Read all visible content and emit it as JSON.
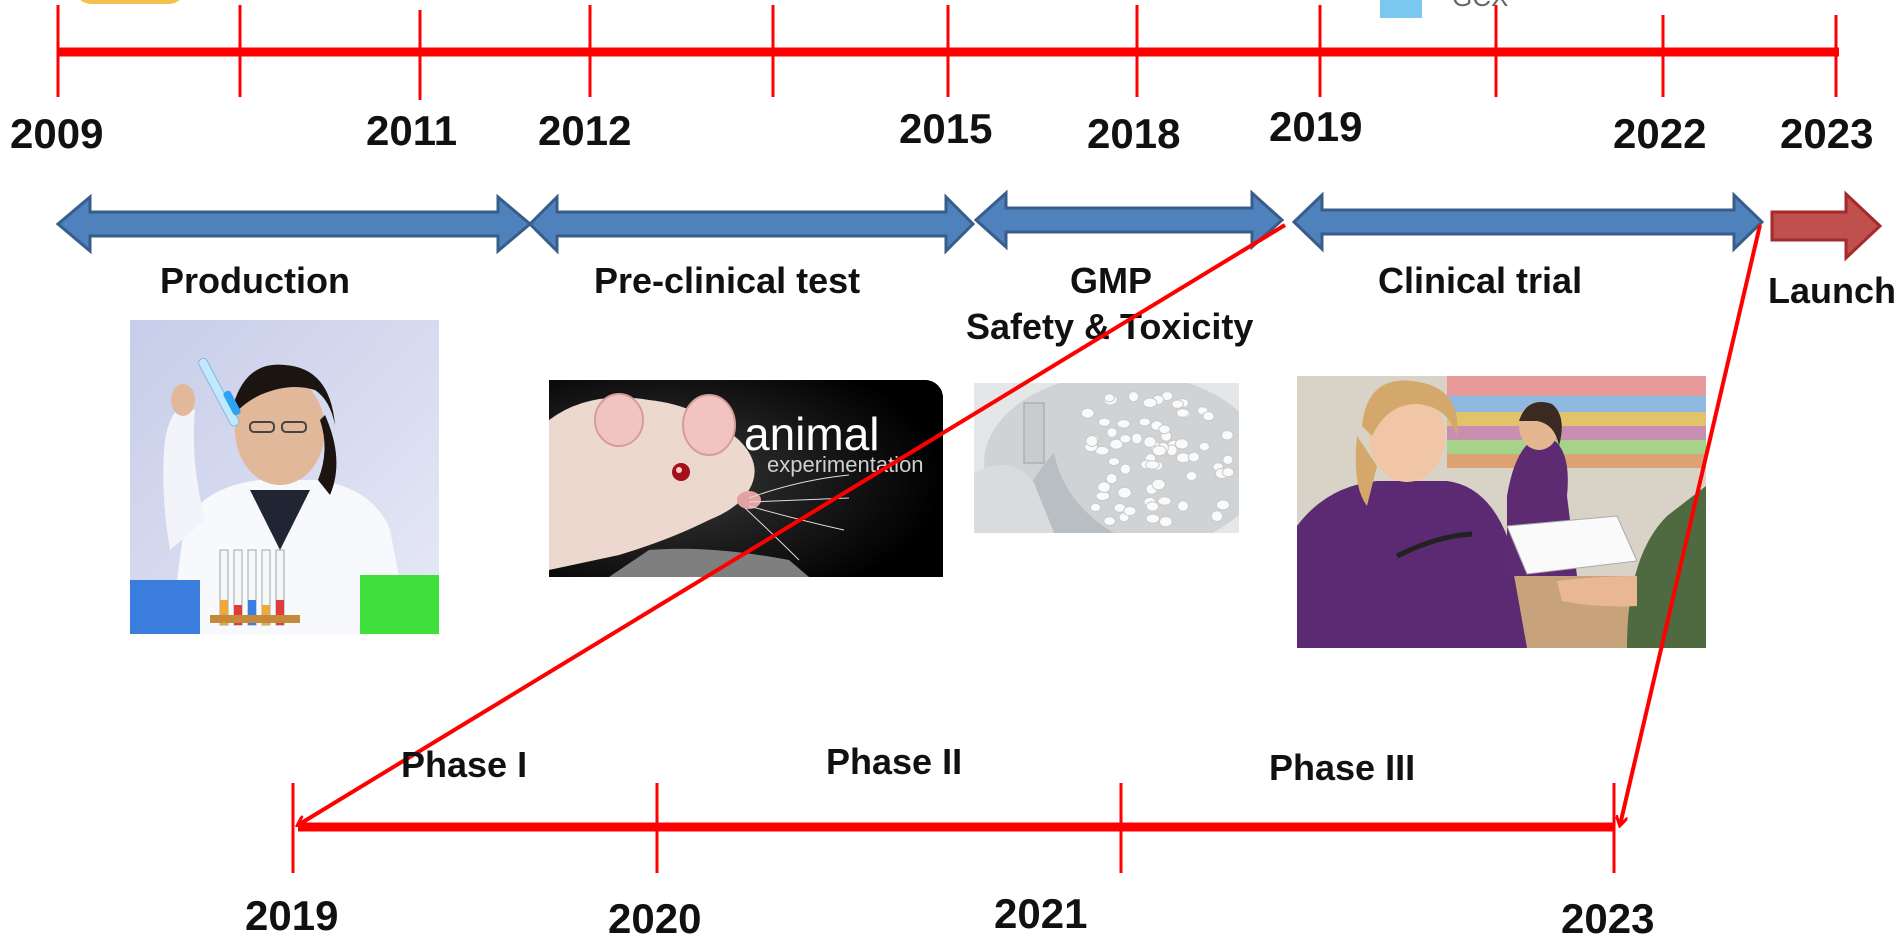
{
  "top_timeline": {
    "years": [
      "2009",
      "2011",
      "2012",
      "2015",
      "2018",
      "2019",
      "2022",
      "2023"
    ]
  },
  "phases": {
    "production": "Production",
    "preclinical": "Pre-clinical test",
    "gmp_line1": "GMP",
    "gmp_line2": "Safety & Toxicity",
    "clinical": "Clinical trial",
    "launch": "Launch"
  },
  "images": {
    "animal_title": "animal",
    "animal_subtitle": "experimentation",
    "logo_fragment": "GCX"
  },
  "bottom_timeline": {
    "phase_labels": [
      "Phase I",
      "Phase II",
      "Phase III"
    ],
    "years": [
      "2019",
      "2020",
      "2021",
      "2023"
    ]
  },
  "colors": {
    "timeline_red": "#ff0000",
    "arrow_blue": "#4f81bd",
    "arrow_blue_border": "#385d8a",
    "launch_red": "#c0504d"
  }
}
